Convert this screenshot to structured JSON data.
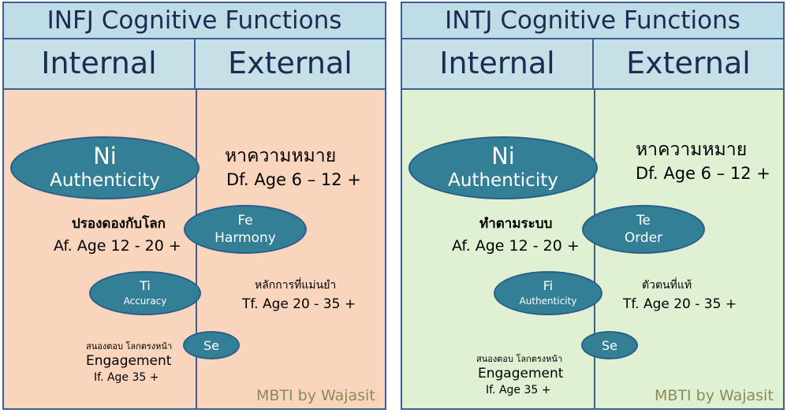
{
  "colors": {
    "border": "#3d5f93",
    "header_bg": "#bfdde6",
    "infj_body_bg": "#f9d5be",
    "intj_body_bg": "#e0f0d3",
    "oval_fill": "#327f96",
    "footer_text": "#8b8b58"
  },
  "infj": {
    "title": "INFJ  Cognitive Functions",
    "internal": "Internal",
    "external": "External",
    "dominant": {
      "code": "Ni",
      "name": "Authenticity",
      "thai": "หาความหมาย",
      "age": "Df. Age 6 – 12 +"
    },
    "auxiliary": {
      "code": "Fe",
      "name": "Harmony",
      "thai": "ปรองดองกับโลก",
      "age": "Af. Age  12 - 20 +"
    },
    "tertiary": {
      "code": "Ti",
      "name": "Accuracy",
      "thai": "หลักการที่แม่นยำ",
      "age": "Tf. Age  20 - 35 +"
    },
    "inferior": {
      "code": "Se",
      "thai": "สนองตอบ โลกตรงหน้า",
      "name": "Engagement",
      "age": "If. Age   35 +"
    },
    "footer": "MBTI by Wajasit"
  },
  "intj": {
    "title": "INTJ  Cognitive Functions",
    "internal": "Internal",
    "external": "External",
    "dominant": {
      "code": "Ni",
      "name": "Authenticity",
      "thai": "หาความหมาย",
      "age": "Df. Age 6 – 12 +"
    },
    "auxiliary": {
      "code": "Te",
      "name": "Order",
      "thai": "ทำตามระบบ",
      "age": "Af. Age  12 - 20 +"
    },
    "tertiary": {
      "code": "Fi",
      "name": "Authenticity",
      "thai": "ตัวตนที่แท้",
      "age": "Tf. Age  20 - 35 +"
    },
    "inferior": {
      "code": "Se",
      "thai": "สนองตอบ โลกตรงหน้า",
      "name": "Engagement",
      "age": "If. Age   35 +"
    },
    "footer": "MBTI by Wajasit"
  }
}
